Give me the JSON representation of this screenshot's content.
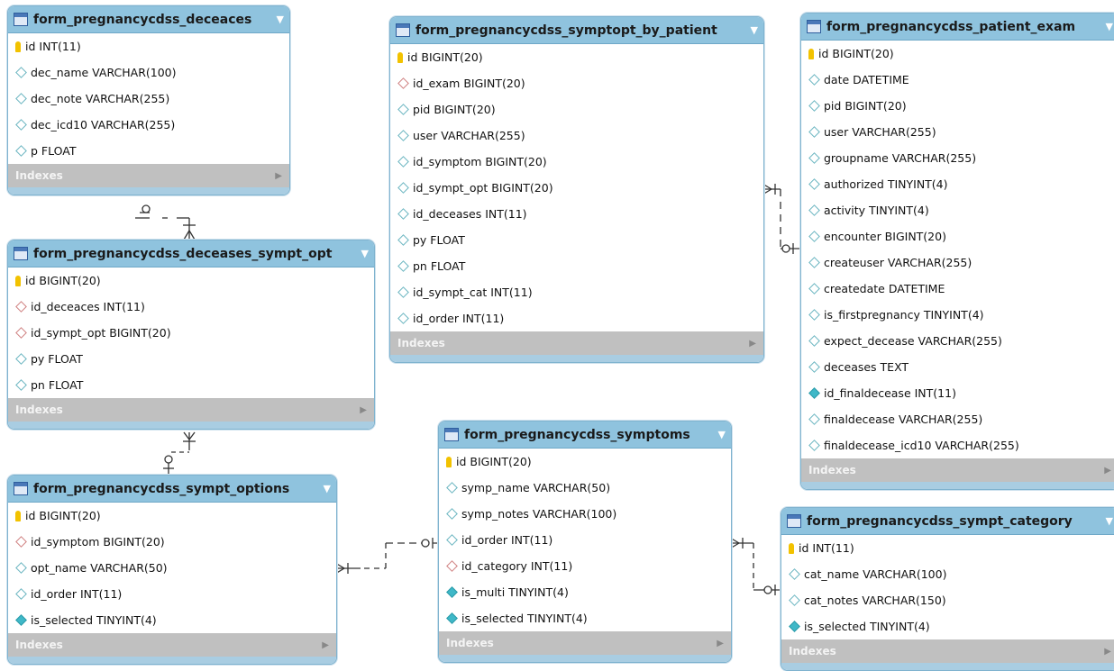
{
  "indexes_label": "Indexes",
  "tables": [
    {
      "id": "deceaces",
      "title": "form_pregnancycdss_deceaces",
      "columns": [
        {
          "icon": "key",
          "text": "id INT(11)"
        },
        {
          "icon": "attr",
          "text": "dec_name VARCHAR(100)"
        },
        {
          "icon": "attr",
          "text": "dec_note VARCHAR(255)"
        },
        {
          "icon": "attr",
          "text": "dec_icd10 VARCHAR(255)"
        },
        {
          "icon": "attr",
          "text": "p FLOAT"
        }
      ]
    },
    {
      "id": "deceases_sympt_opt",
      "title": "form_pregnancycdss_deceases_sympt_opt",
      "columns": [
        {
          "icon": "key",
          "text": "id BIGINT(20)"
        },
        {
          "icon": "fk",
          "text": "id_deceaces INT(11)"
        },
        {
          "icon": "fk",
          "text": "id_sympt_opt BIGINT(20)"
        },
        {
          "icon": "attr",
          "text": "py FLOAT"
        },
        {
          "icon": "attr",
          "text": "pn FLOAT"
        }
      ]
    },
    {
      "id": "sympt_options",
      "title": "form_pregnancycdss_sympt_options",
      "columns": [
        {
          "icon": "key",
          "text": "id BIGINT(20)"
        },
        {
          "icon": "fk",
          "text": "id_symptom BIGINT(20)"
        },
        {
          "icon": "attr",
          "text": "opt_name VARCHAR(50)"
        },
        {
          "icon": "attr",
          "text": "id_order INT(11)"
        },
        {
          "icon": "filled",
          "text": "is_selected TINYINT(4)"
        }
      ]
    },
    {
      "id": "symptopt_by_patient",
      "title": "form_pregnancycdss_symptopt_by_patient",
      "columns": [
        {
          "icon": "key",
          "text": "id BIGINT(20)"
        },
        {
          "icon": "fk",
          "text": "id_exam BIGINT(20)"
        },
        {
          "icon": "attr",
          "text": "pid BIGINT(20)"
        },
        {
          "icon": "attr",
          "text": "user VARCHAR(255)"
        },
        {
          "icon": "attr",
          "text": "id_symptom BIGINT(20)"
        },
        {
          "icon": "attr",
          "text": "id_sympt_opt BIGINT(20)"
        },
        {
          "icon": "attr",
          "text": "id_deceases INT(11)"
        },
        {
          "icon": "attr",
          "text": "py FLOAT"
        },
        {
          "icon": "attr",
          "text": "pn FLOAT"
        },
        {
          "icon": "attr",
          "text": "id_sympt_cat INT(11)"
        },
        {
          "icon": "attr",
          "text": "id_order INT(11)"
        }
      ]
    },
    {
      "id": "symptoms",
      "title": "form_pregnancycdss_symptoms",
      "columns": [
        {
          "icon": "key",
          "text": "id BIGINT(20)"
        },
        {
          "icon": "attr",
          "text": "symp_name VARCHAR(50)"
        },
        {
          "icon": "attr",
          "text": "symp_notes VARCHAR(100)"
        },
        {
          "icon": "attr",
          "text": "id_order INT(11)"
        },
        {
          "icon": "fk",
          "text": "id_category INT(11)"
        },
        {
          "icon": "filled",
          "text": "is_multi TINYINT(4)"
        },
        {
          "icon": "filled",
          "text": "is_selected TINYINT(4)"
        }
      ]
    },
    {
      "id": "patient_exam",
      "title": "form_pregnancycdss_patient_exam",
      "columns": [
        {
          "icon": "key",
          "text": "id BIGINT(20)"
        },
        {
          "icon": "attr",
          "text": "date DATETIME"
        },
        {
          "icon": "attr",
          "text": "pid BIGINT(20)"
        },
        {
          "icon": "attr",
          "text": "user VARCHAR(255)"
        },
        {
          "icon": "attr",
          "text": "groupname VARCHAR(255)"
        },
        {
          "icon": "attr",
          "text": "authorized TINYINT(4)"
        },
        {
          "icon": "attr",
          "text": "activity TINYINT(4)"
        },
        {
          "icon": "attr",
          "text": "encounter BIGINT(20)"
        },
        {
          "icon": "attr",
          "text": "createuser VARCHAR(255)"
        },
        {
          "icon": "attr",
          "text": "createdate DATETIME"
        },
        {
          "icon": "attr",
          "text": "is_firstpregnancy TINYINT(4)"
        },
        {
          "icon": "attr",
          "text": "expect_decease VARCHAR(255)"
        },
        {
          "icon": "attr",
          "text": "deceases TEXT"
        },
        {
          "icon": "filled",
          "text": "id_finaldecease INT(11)"
        },
        {
          "icon": "attr",
          "text": "finaldecease VARCHAR(255)"
        },
        {
          "icon": "attr",
          "text": "finaldecease_icd10 VARCHAR(255)"
        }
      ]
    },
    {
      "id": "sympt_category",
      "title": "form_pregnancycdss_sympt_category",
      "columns": [
        {
          "icon": "key",
          "text": "id INT(11)"
        },
        {
          "icon": "attr",
          "text": "cat_name VARCHAR(100)"
        },
        {
          "icon": "attr",
          "text": "cat_notes VARCHAR(150)"
        },
        {
          "icon": "filled",
          "text": "is_selected TINYINT(4)"
        }
      ]
    }
  ]
}
